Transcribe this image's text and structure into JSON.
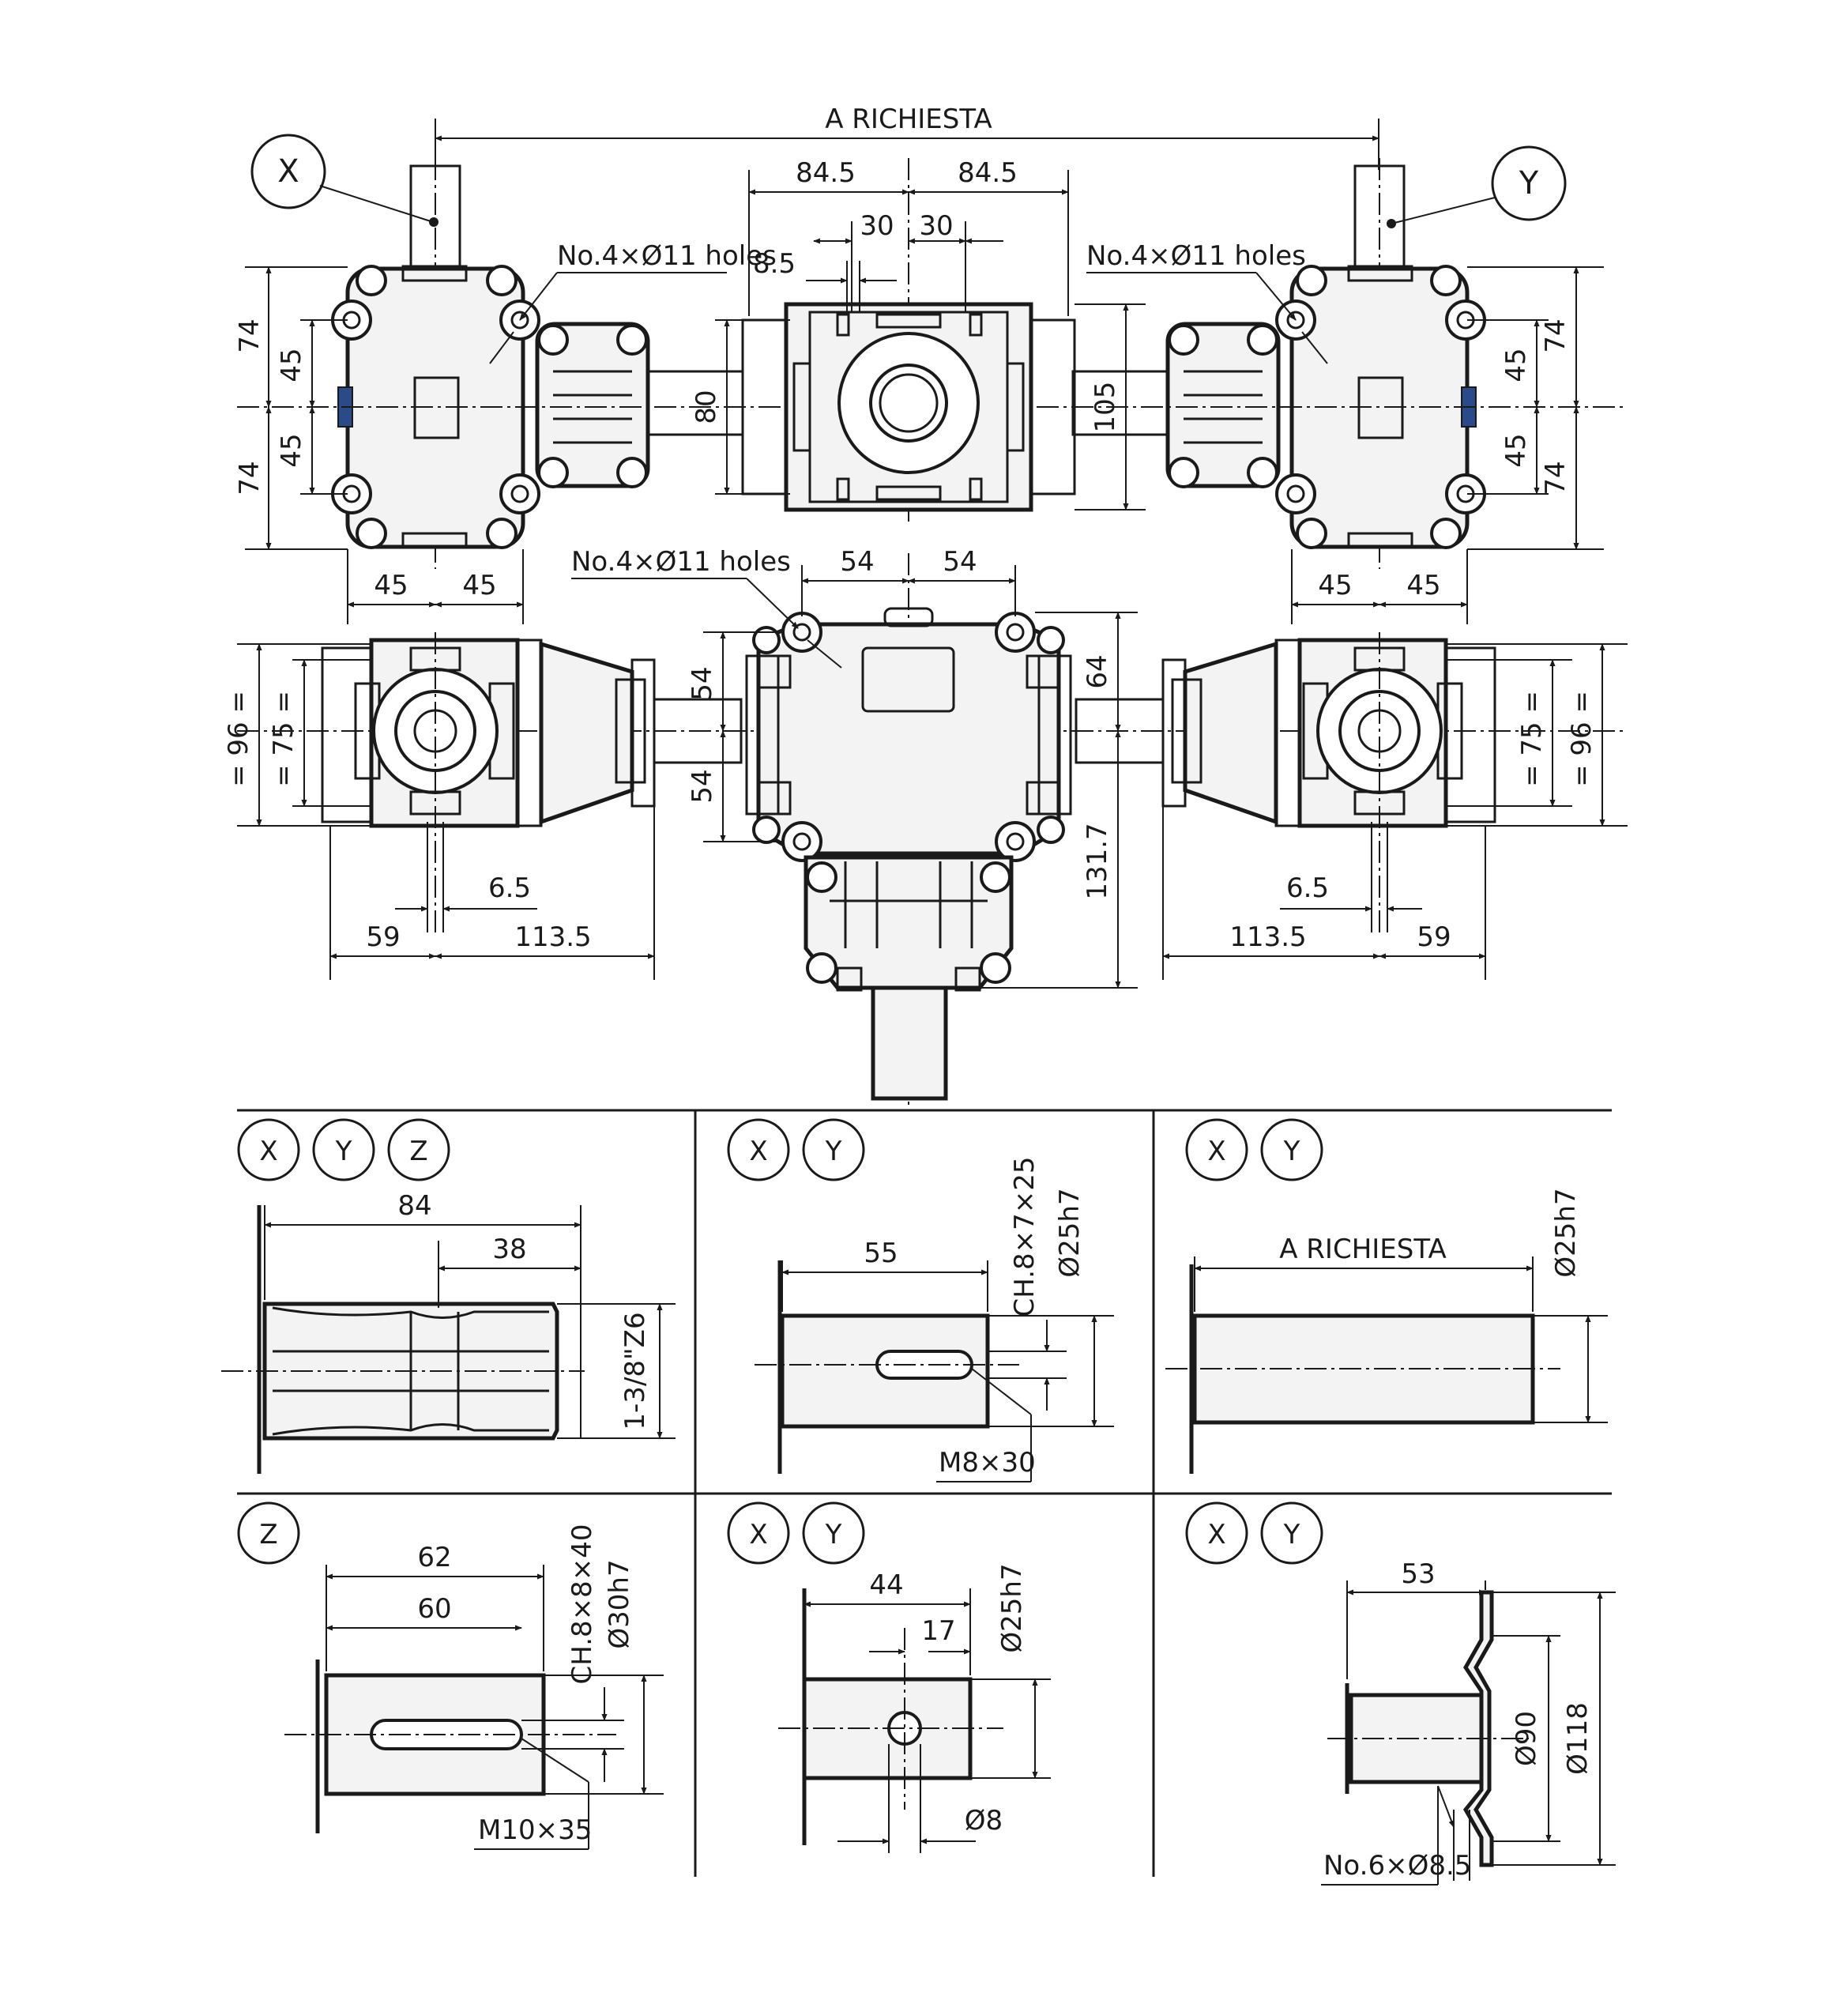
{
  "colors": {
    "stroke": "#1a1a1a",
    "background": "#ffffff",
    "body_fill": "#f3f3f3",
    "accent_blue": "#2a4a8a"
  },
  "top_view": {
    "overall": "A RICHIESTA",
    "half_left": "84.5",
    "half_right": "84.5",
    "offset_left": "30",
    "offset_right": "30",
    "small": "8.5",
    "hole_note_left": "No.4×Ø11 holes",
    "hole_note_right": "No.4×Ø11 holes",
    "height_80": "80",
    "height_105": "105",
    "left_74_top": "74",
    "left_45_top": "45",
    "left_45_bottom": "45",
    "left_74_bottom": "74",
    "right_74_top": "74",
    "right_45_top": "45",
    "right_45_bottom": "45",
    "right_74_bottom": "74",
    "left_bottom_45a": "45",
    "left_bottom_45b": "45",
    "right_bottom_45a": "45",
    "right_bottom_45b": "45",
    "badge_left": "X",
    "badge_right": "Y"
  },
  "front_view": {
    "hole_note": "No.4×Ø11 holes",
    "top_54_left": "54",
    "top_54_right": "54",
    "side_54_top": "54",
    "side_54_bottom": "54",
    "dim_64": "64",
    "dim_131_7": "131.7",
    "left_96": "= 96 =",
    "left_75": "= 75 =",
    "right_75": "= 75 =",
    "right_96": "= 96 =",
    "left_6_5": "6.5",
    "right_6_5": "6.5",
    "left_59": "59",
    "left_113_5": "113.5",
    "right_113_5": "113.5",
    "right_59": "59"
  },
  "details": [
    {
      "badges": [
        "X",
        "Y",
        "Z"
      ],
      "dims": [
        "84",
        "38",
        "1-3/8\"Z6"
      ]
    },
    {
      "badges": [
        "X",
        "Y"
      ],
      "dims": [
        "55",
        "CH.8×7×25",
        "Ø25h7",
        "M8×30"
      ]
    },
    {
      "badges": [
        "X",
        "Y"
      ],
      "dims": [
        "A RICHIESTA",
        "Ø25h7"
      ]
    },
    {
      "badges": [
        "Z"
      ],
      "dims": [
        "62",
        "60",
        "CH.8×8×40",
        "Ø30h7",
        "M10×35"
      ]
    },
    {
      "badges": [
        "X",
        "Y"
      ],
      "dims": [
        "44",
        "17",
        "Ø25h7",
        "Ø8"
      ]
    },
    {
      "badges": [
        "X",
        "Y"
      ],
      "dims": [
        "53",
        "Ø90",
        "Ø118",
        "No.6×Ø8.5"
      ]
    }
  ]
}
